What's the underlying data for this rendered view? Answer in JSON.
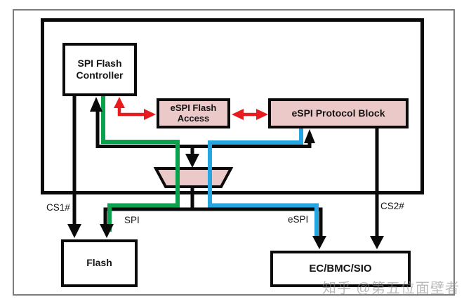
{
  "colors": {
    "line_black": "#0a0a0a",
    "box_border": "#0a0a0a",
    "green": "#0ca24d",
    "blue": "#25a5e2",
    "red": "#e81b1e",
    "pink_fill": "#ecc9c9",
    "outer_border": "#7d7d7d",
    "watermark_gray": "#8f8f8f"
  },
  "blocks": {
    "spi_flash_controller": {
      "line1": "SPI Flash",
      "line2": "Controller"
    },
    "espi_flash_access": {
      "line1": "eSPI Flash",
      "line2": "Access"
    },
    "espi_protocol_block": {
      "label": "eSPI Protocol Block"
    },
    "flash": {
      "label": "Flash"
    },
    "ec_bmc_sio": {
      "label": "EC/BMC/SIO"
    }
  },
  "signals": {
    "cs1": "CS1#",
    "spi": "SPI",
    "espi": "eSPI",
    "cs2": "CS2#"
  },
  "watermark": {
    "text": "知乎 @第五位面壁者"
  }
}
